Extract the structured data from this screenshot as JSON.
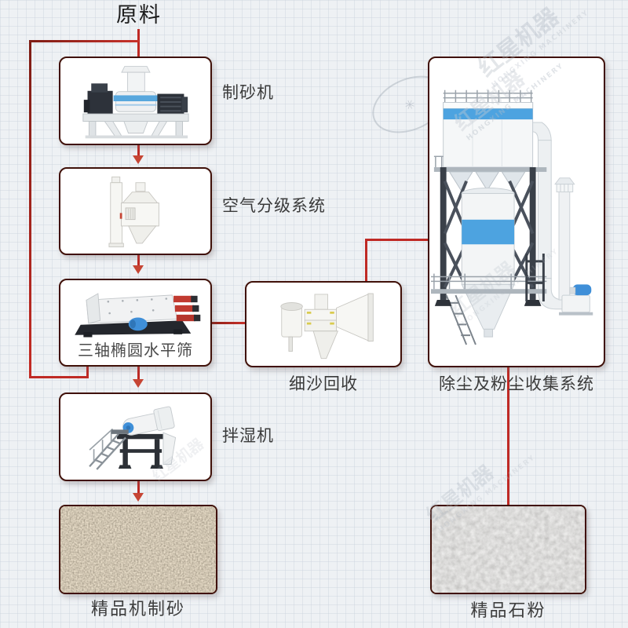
{
  "diagram": {
    "source": {
      "label": "原料"
    },
    "nodes": [
      {
        "id": "sand-maker",
        "label": "制砂机",
        "label_position": "right"
      },
      {
        "id": "air-classifier",
        "label": "空气分级系统",
        "label_position": "right"
      },
      {
        "id": "triaxial-horizontal-screen",
        "label": "三轴椭圆水平筛",
        "label_position": "inside-bottom"
      },
      {
        "id": "fine-sand-recycler",
        "label": "细沙回收",
        "label_position": "below"
      },
      {
        "id": "wetting-machine",
        "label": "拌湿机",
        "label_position": "right"
      },
      {
        "id": "dust-collection-system",
        "label": "除尘及粉尘收集系统",
        "label_position": "below"
      }
    ],
    "outputs": [
      {
        "id": "machine-made-sand",
        "label": "精品机制砂"
      },
      {
        "id": "stone-powder",
        "label": "精品石粉"
      }
    ],
    "illustrations": {
      "sand-maker-illustration": "vertical shaft impact sand making machine, white body, blue ring, dark side housings",
      "air-classifier-illustration": "white air classification unit with tall column and discharge funnel",
      "screen-illustration": "long horizontal triaxial elliptical screen, dark base, red end blocks, blue motor",
      "recycler-illustration": "white fine sand recycling unit with cylinder, flared horn and funnel",
      "dust-collector-illustration": "baghouse dust collector tower with blue bands, silo, piping, fan and chimney",
      "wetting-machine-illustration": "humidifying mixer drum on dark stand with access stairs",
      "sand-photo": "pile of tan machine-made sand",
      "powder-photo": "gray stone powder surface"
    },
    "watermark": {
      "text": "红星机器",
      "subtext": "HONGXING MACHINERY"
    },
    "colors": {
      "background": "#eef1f4",
      "flow_line": "#bf2a25",
      "flow_line_dark": "#7e1d15",
      "arrow": "#c64534",
      "node_border": "#401109",
      "accent_blue": "#4da3e0",
      "machine_red": "#c13a30"
    }
  }
}
